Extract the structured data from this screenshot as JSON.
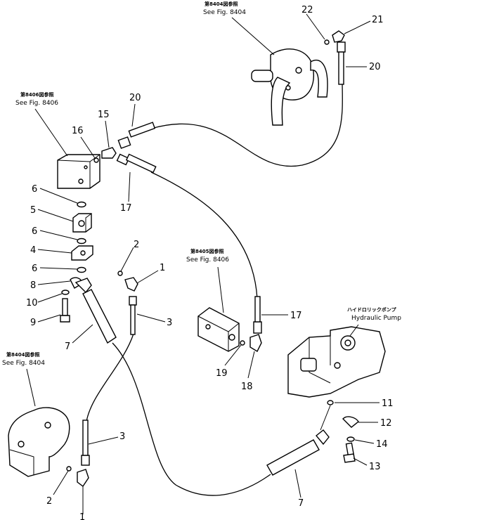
{
  "references": {
    "top": {
      "jp": "第8404図参照",
      "en": "See Fig. 8404"
    },
    "left_block": {
      "jp": "第8406図参照",
      "en": "See Fig. 8406"
    },
    "center_block": {
      "jp": "第8405図参照",
      "en": "See Fig. 8406"
    },
    "bottom_left": {
      "jp": "第8404図参照",
      "en": "See Fig. 8404"
    },
    "pump": {
      "jp": "ハイドロリックポンプ",
      "en": "Hydraulic Pump"
    }
  },
  "part_numbers": {
    "p22": "22",
    "p21": "21",
    "p20_top": "20",
    "p20_left": "20",
    "p15": "15",
    "p16": "16",
    "p17_left": "17",
    "p17_center": "17",
    "p6_a": "6",
    "p5": "5",
    "p6_b": "6",
    "p4": "4",
    "p6_c": "6",
    "p8": "8",
    "p10": "10",
    "p9": "9",
    "p7_left": "7",
    "p2_top": "2",
    "p1_top": "1",
    "p3_top": "3",
    "p3_bottom": "3",
    "p2_bottom": "2",
    "p1_bottom": "1",
    "p7_bottom": "7",
    "p19": "19",
    "p18": "18",
    "p11": "11",
    "p12": "12",
    "p14": "14",
    "p13": "13"
  }
}
